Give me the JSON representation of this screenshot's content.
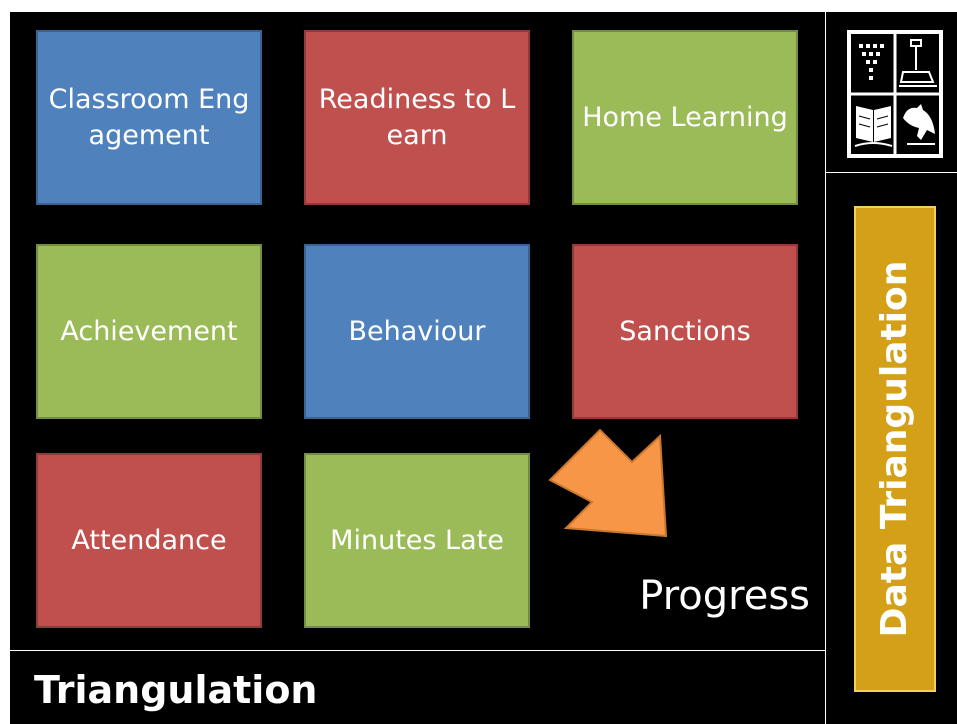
{
  "tiles": [
    {
      "label": "Classroom Engagement",
      "color": "#4f81bd"
    },
    {
      "label": "Readiness to Learn",
      "color": "#c0504d"
    },
    {
      "label": "Home Learning",
      "color": "#9bbb59"
    },
    {
      "label": "Achievement",
      "color": "#9bbb59"
    },
    {
      "label": "Behaviour",
      "color": "#4f81bd"
    },
    {
      "label": "Sanctions",
      "color": "#c0504d"
    },
    {
      "label": "Attendance",
      "color": "#c0504d"
    },
    {
      "label": "Minutes Late",
      "color": "#9bbb59"
    }
  ],
  "progress_label": "Progress",
  "footer_title": "Triangulation",
  "side_banner": {
    "label": "Data Triangulation",
    "color": "#d4a017"
  },
  "arrow": {
    "icon": "orange-arrow-down-right-icon",
    "color": "#f79646"
  },
  "crest": {
    "icon": "school-crest-icon"
  }
}
